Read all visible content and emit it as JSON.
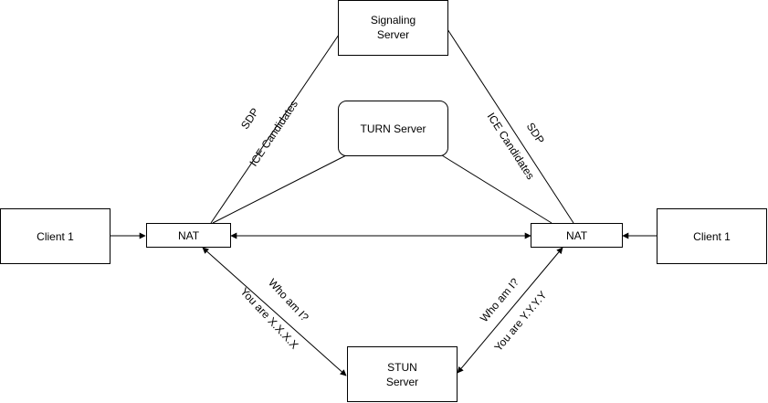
{
  "nodes": {
    "signaling_server": [
      "Signaling",
      "Server"
    ],
    "turn_server": "TURN Server",
    "stun_server": [
      "STUN",
      "Server"
    ],
    "client_left": "Client 1",
    "client_right": "Client 1",
    "nat_left": "NAT",
    "nat_right": "NAT"
  },
  "edge_labels": {
    "left_signaling": [
      "SDP",
      "ICE Candidates"
    ],
    "right_signaling": [
      "SDP",
      "ICE Candidates"
    ],
    "left_stun": [
      "Who am I?",
      "You are X.X.X.X"
    ],
    "right_stun": [
      "Who am I?",
      "You are Y.Y.Y.Y"
    ]
  }
}
